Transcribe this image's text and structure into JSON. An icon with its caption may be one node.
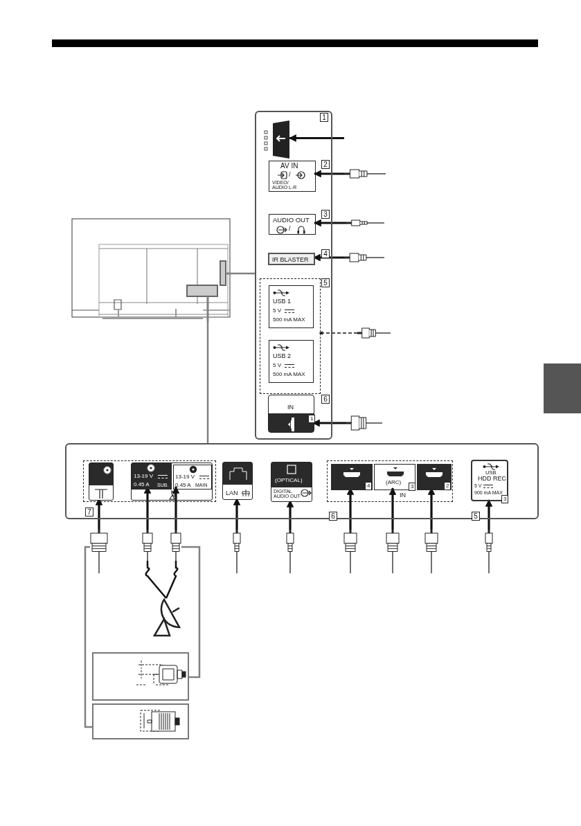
{
  "diagram": {
    "nodes": [
      {
        "text": [],
        "shape": "box"
      },
      {
        "text": [],
        "shape": "picture",
        "in": 0
      },
      {
        "text": [
          "AV IN",
          "/",
          "VIDEO/ AUDIO L-R"
        ],
        "in": 0,
        "beside": [
          "2"
        ]
      },
      {
        "text": [
          "AUDIO OUT",
          "/"
        ],
        "in": 0,
        "beside": [
          "3"
        ]
      },
      {
        "text": [
          "IR BLASTER"
        ],
        "in": 0,
        "beside": [
          "4"
        ]
      },
      {
        "text": [],
        "shape": "box",
        "in": 0,
        "beside": [
          "5"
        ]
      },
      {
        "text": [
          "USB 1",
          "5 V",
          "500 mA MAX"
        ],
        "in": 5
      },
      {
        "text": [
          "USB 2",
          "5 V",
          "500 mA MAX"
        ],
        "in": 5
      },
      {
        "text": [
          "IN",
          "1"
        ],
        "in": 0,
        "beside": [
          "6"
        ]
      },
      {
        "text": [],
        "shape": "box"
      },
      {
        "text": [],
        "shape": "box",
        "in": 9,
        "beside": [
          "7"
        ]
      },
      {
        "text": [],
        "shape": "box",
        "in": 10
      },
      {
        "text": [],
        "shape": "box",
        "in": 10
      },
      {
        "text": [
          "13-19 V",
          "0.45 A",
          "SUB."
        ],
        "in": 12
      },
      {
        "text": [
          "13-19 V",
          "0.45 A",
          "MAIN"
        ],
        "in": 12
      },
      {
        "text": [
          "LAN"
        ],
        "in": 9
      },
      {
        "text": [
          "(OPTICAL)",
          "DIGITAL AUDIO OUT"
        ],
        "in": 9
      },
      {
        "text": [
          "IN"
        ],
        "in": 9,
        "beside": [
          "6"
        ]
      },
      {
        "text": [
          "4"
        ],
        "in": 17
      },
      {
        "text": [
          "(ARC)",
          "3"
        ],
        "in": 17
      },
      {
        "text": [
          "2"
        ],
        "in": 17
      },
      {
        "text": [
          "USB",
          "HDD REC",
          "5 V",
          "900 mA MAX",
          "3"
        ],
        "in": 9,
        "beside": [
          "5"
        ]
      },
      {
        "text": [],
        "shape": "plug"
      },
      {
        "text": [],
        "shape": "plug"
      },
      {
        "text": [],
        "shape": "plug"
      },
      {
        "text": [],
        "shape": "plug"
      },
      {
        "text": [],
        "shape": "plug"
      },
      {
        "text": [],
        "shape": "plug"
      },
      {
        "text": [],
        "shape": "plug"
      },
      {
        "text": [],
        "shape": "plug"
      },
      {
        "text": [],
        "shape": "plug"
      },
      {
        "text": [],
        "shape": "plug"
      },
      {
        "text": [],
        "shape": "plug"
      },
      {
        "text": [],
        "shape": "plug"
      },
      {
        "text": [],
        "shape": "plug"
      },
      {
        "text": [],
        "shape": "plug"
      },
      {
        "text": [],
        "shape": "picture"
      },
      {
        "text": [],
        "shape": "picture"
      },
      {
        "text": [],
        "shape": "box"
      },
      {
        "text": [],
        "shape": "box"
      }
    ],
    "edges": [
      {
        "from": null,
        "to": 1,
        "arrow": "to"
      },
      {
        "from": 22,
        "to": 2,
        "arrow": "to"
      },
      {
        "from": 23,
        "to": 3,
        "arrow": "to"
      },
      {
        "from": 24,
        "to": 4,
        "arrow": "to"
      },
      {
        "from": 25,
        "to": 5,
        "arrow": "to",
        "style": "dashed"
      },
      {
        "from": 26,
        "to": 8,
        "arrow": "to"
      },
      {
        "from": 27,
        "to": 11,
        "arrow": "to"
      },
      {
        "from": 28,
        "to": 13,
        "arrow": "to"
      },
      {
        "from": 29,
        "to": 14,
        "arrow": "to"
      },
      {
        "from": 30,
        "to": 15,
        "arrow": "to"
      },
      {
        "from": 31,
        "to": 16,
        "arrow": "to"
      },
      {
        "from": 32,
        "to": 18,
        "arrow": "to"
      },
      {
        "from": 33,
        "to": 19,
        "arrow": "to"
      },
      {
        "from": 34,
        "to": 20,
        "arrow": "to"
      },
      {
        "from": 35,
        "to": 21,
        "arrow": "to"
      },
      {
        "from": 37,
        "to": 28,
        "arrow": "none"
      },
      {
        "from": 37,
        "to": 29,
        "arrow": "none"
      },
      {
        "from": 36,
        "to": 0,
        "arrow": "none",
        "color": "#808080"
      },
      {
        "from": 36,
        "to": 9,
        "arrow": "none",
        "color": "#808080"
      },
      {
        "from": 29,
        "to": 38,
        "arrow": "none",
        "color": "#808080"
      },
      {
        "from": 27,
        "to": 39,
        "arrow": "none",
        "color": "#808080"
      }
    ],
    "labels": [
      "1"
    ]
  }
}
